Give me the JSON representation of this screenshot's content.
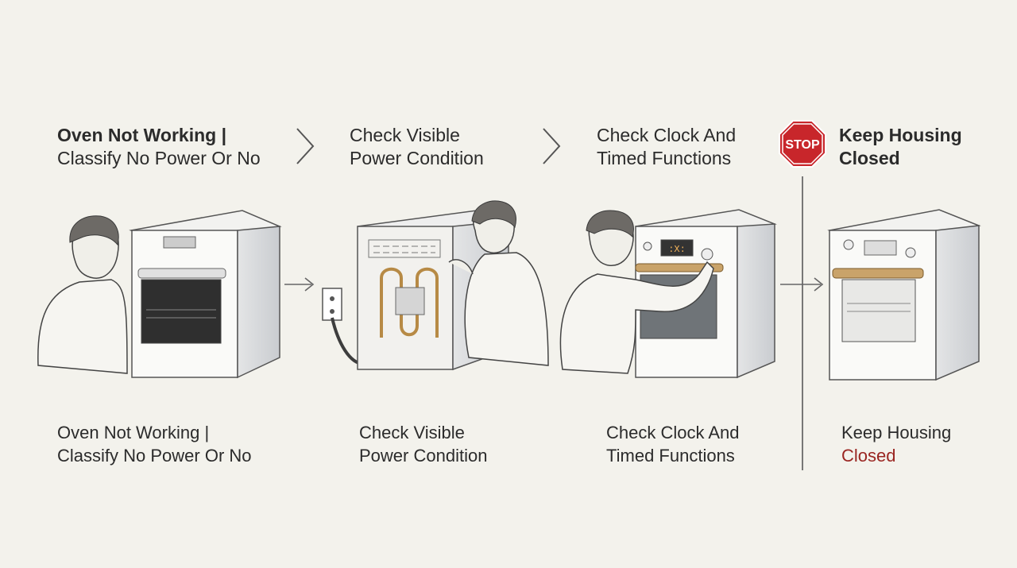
{
  "steps": [
    {
      "title_line1": "Oven Not Working |",
      "title_line2": "Classify No Power Or No",
      "caption_line1": "Oven Not Working |",
      "caption_line2": "Classify No Power Or No"
    },
    {
      "title_line1": "Check Visible",
      "title_line2": "Power Condition",
      "caption_line1": "Check Visible",
      "caption_line2": "Power Condition"
    },
    {
      "title_line1": "Check Clock And",
      "title_line2": "Timed Functions",
      "caption_line1": "Check Clock And",
      "caption_line2": "Timed Functions"
    },
    {
      "title_line1": "Keep Housing",
      "title_line2": "Closed",
      "caption_line1": "Keep Housing",
      "caption_line2": "Closed"
    }
  ],
  "stop_sign": {
    "label": "STOP",
    "color": "#c8262b"
  },
  "colors": {
    "background": "#f3f2ec",
    "accent_red": "#9a2622",
    "coil": "#b78a45"
  },
  "icons": [
    "chevron-right-icon",
    "arrow-right-icon",
    "stop-sign-icon",
    "power-outlet-icon"
  ]
}
